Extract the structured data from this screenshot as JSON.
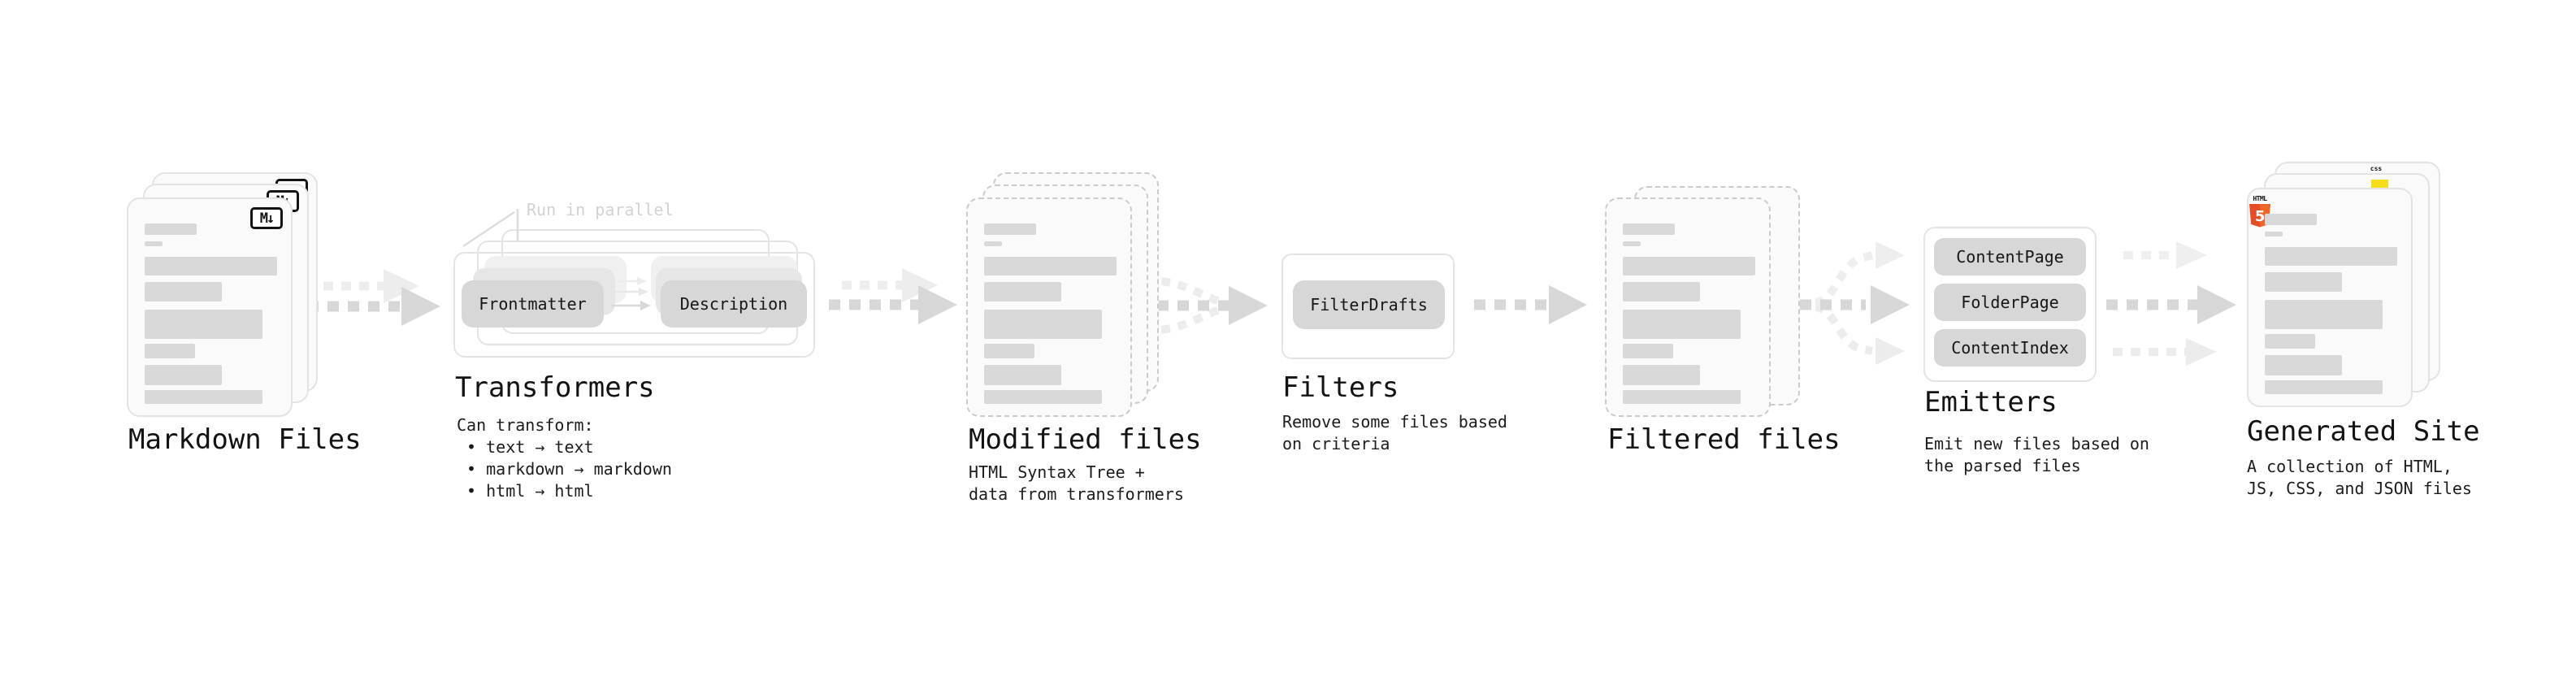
{
  "stages": {
    "markdown_files": {
      "title": "Markdown Files",
      "badge": "M↓"
    },
    "transformers": {
      "title": "Transformers",
      "annotation": "Run in parallel",
      "pill_from": "Frontmatter",
      "pill_to": "Description",
      "note": "Can transform:\n • text → text\n • markdown → markdown\n • html → html"
    },
    "modified_files": {
      "title": "Modified files",
      "note": "HTML Syntax Tree +\ndata from transformers"
    },
    "filters": {
      "title": "Filters",
      "pill": "FilterDrafts",
      "note": "Remove some files based\non criteria"
    },
    "filtered_files": {
      "title": "Filtered files"
    },
    "emitters": {
      "title": "Emitters",
      "pills": [
        "ContentPage",
        "FolderPage",
        "ContentIndex"
      ],
      "note": "Emit new files based on\nthe parsed files"
    },
    "generated_site": {
      "title": "Generated Site",
      "note": "A collection of HTML,\nJS, CSS, and JSON files",
      "badges": {
        "css": "css",
        "html": "HTML",
        "html_five": "5"
      }
    }
  },
  "colors": {
    "html5_orange": "#e44d26",
    "html5_orange_light": "#f16529",
    "js_yellow": "#f5de19",
    "css_blue": "#2965f1",
    "card_background": "#fafafa",
    "card_border": "#e3e3e3",
    "skeleton_gray": "#d9d9d9",
    "pill_gray": "#d7d7d7",
    "arrow_gray": "#d7d7d7",
    "arrow_ghost_gray": "#ededed"
  }
}
